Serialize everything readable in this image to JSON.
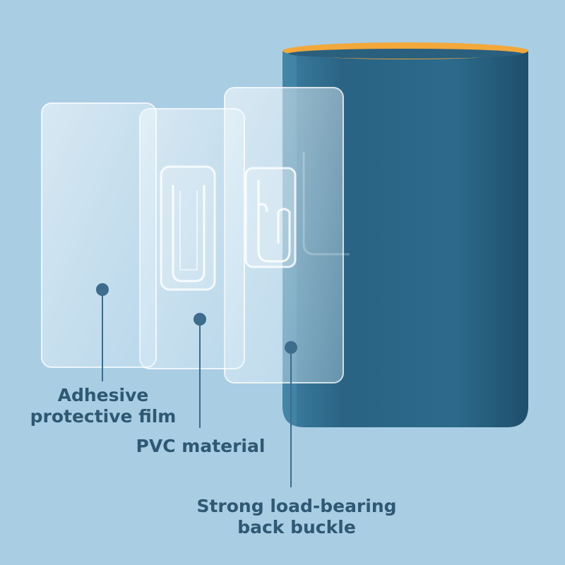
{
  "labels": {
    "adhesive_line1": "Adhesive",
    "adhesive_line2": "protective film",
    "pvc": "PVC material",
    "buckle_line1": "Strong load-bearing",
    "buckle_line2": "back buckle"
  },
  "colors": {
    "background": "#a9cde3",
    "container_body": "#2e6b8c",
    "container_rim": "#f2a83a",
    "label_text": "#2e5873",
    "marker": "#3d6c8c"
  },
  "icons": [
    "adhesive-film-sheet",
    "pvc-sheet",
    "back-buckle-sheet",
    "storage-container"
  ]
}
